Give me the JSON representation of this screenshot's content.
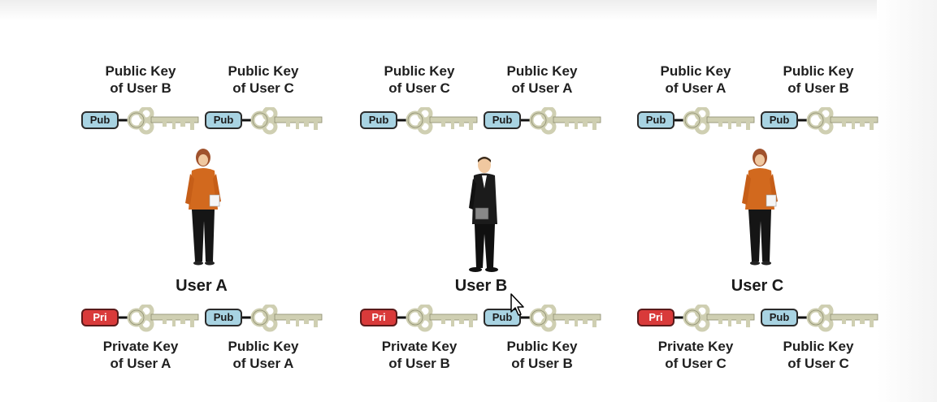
{
  "users": [
    {
      "name": "User A",
      "public_keys": [
        {
          "tag": "Pub",
          "line1": "Public Key",
          "line2": "of User B"
        },
        {
          "tag": "Pub",
          "line1": "Public Key",
          "line2": "of User C"
        }
      ],
      "own_keys": [
        {
          "tag": "Pri",
          "line1": "Private Key",
          "line2": "of User A"
        },
        {
          "tag": "Pub",
          "line1": "Public Key",
          "line2": "of User A"
        }
      ]
    },
    {
      "name": "User B",
      "public_keys": [
        {
          "tag": "Pub",
          "line1": "Public Key",
          "line2": "of User C"
        },
        {
          "tag": "Pub",
          "line1": "Public Key",
          "line2": "of User A"
        }
      ],
      "own_keys": [
        {
          "tag": "Pri",
          "line1": "Private Key",
          "line2": "of User B"
        },
        {
          "tag": "Pub",
          "line1": "Public Key",
          "line2": "of User B"
        }
      ]
    },
    {
      "name": "User C",
      "public_keys": [
        {
          "tag": "Pub",
          "line1": "Public Key",
          "line2": "of User A"
        },
        {
          "tag": "Pub",
          "line1": "Public Key",
          "line2": "of User B"
        }
      ],
      "own_keys": [
        {
          "tag": "Pri",
          "line1": "Private Key",
          "line2": "of User C"
        },
        {
          "tag": "Pub",
          "line1": "Public Key",
          "line2": "of User C"
        }
      ]
    }
  ],
  "colors": {
    "pub_tag": "#a8d3e2",
    "pri_tag": "#d93a3a",
    "key_body": "#cfcfb2"
  }
}
